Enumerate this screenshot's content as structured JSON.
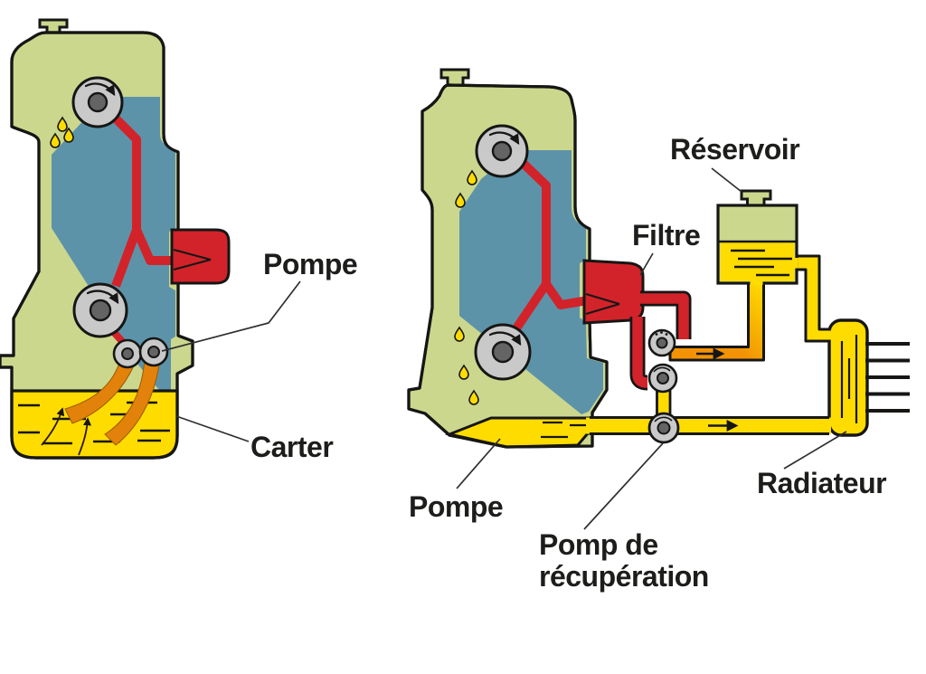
{
  "colors": {
    "engine_green": "#ccd78e",
    "interior_blue": "#5d93a9",
    "oil_yellow": "#ffdc00",
    "line_red": "#d2232a",
    "pipe_orange": "#f29204",
    "stream_orange": "#e2820a",
    "pulley_gray": "#c9c9c9",
    "pulley_hub": "#646464",
    "outline": "#161615",
    "label": "#1d1d1b",
    "background": "#ffffff"
  },
  "left": {
    "labels": {
      "pompe": "Pompe",
      "carter": "Carter"
    }
  },
  "right": {
    "labels": {
      "reservoir": "Réservoir",
      "filtre": "Filtre",
      "pompe": "Pompe",
      "pomp_de_recuperation_line1": "Pomp de",
      "pomp_de_recuperation_line2": "récupération",
      "radiateur": "Radiateur"
    }
  }
}
